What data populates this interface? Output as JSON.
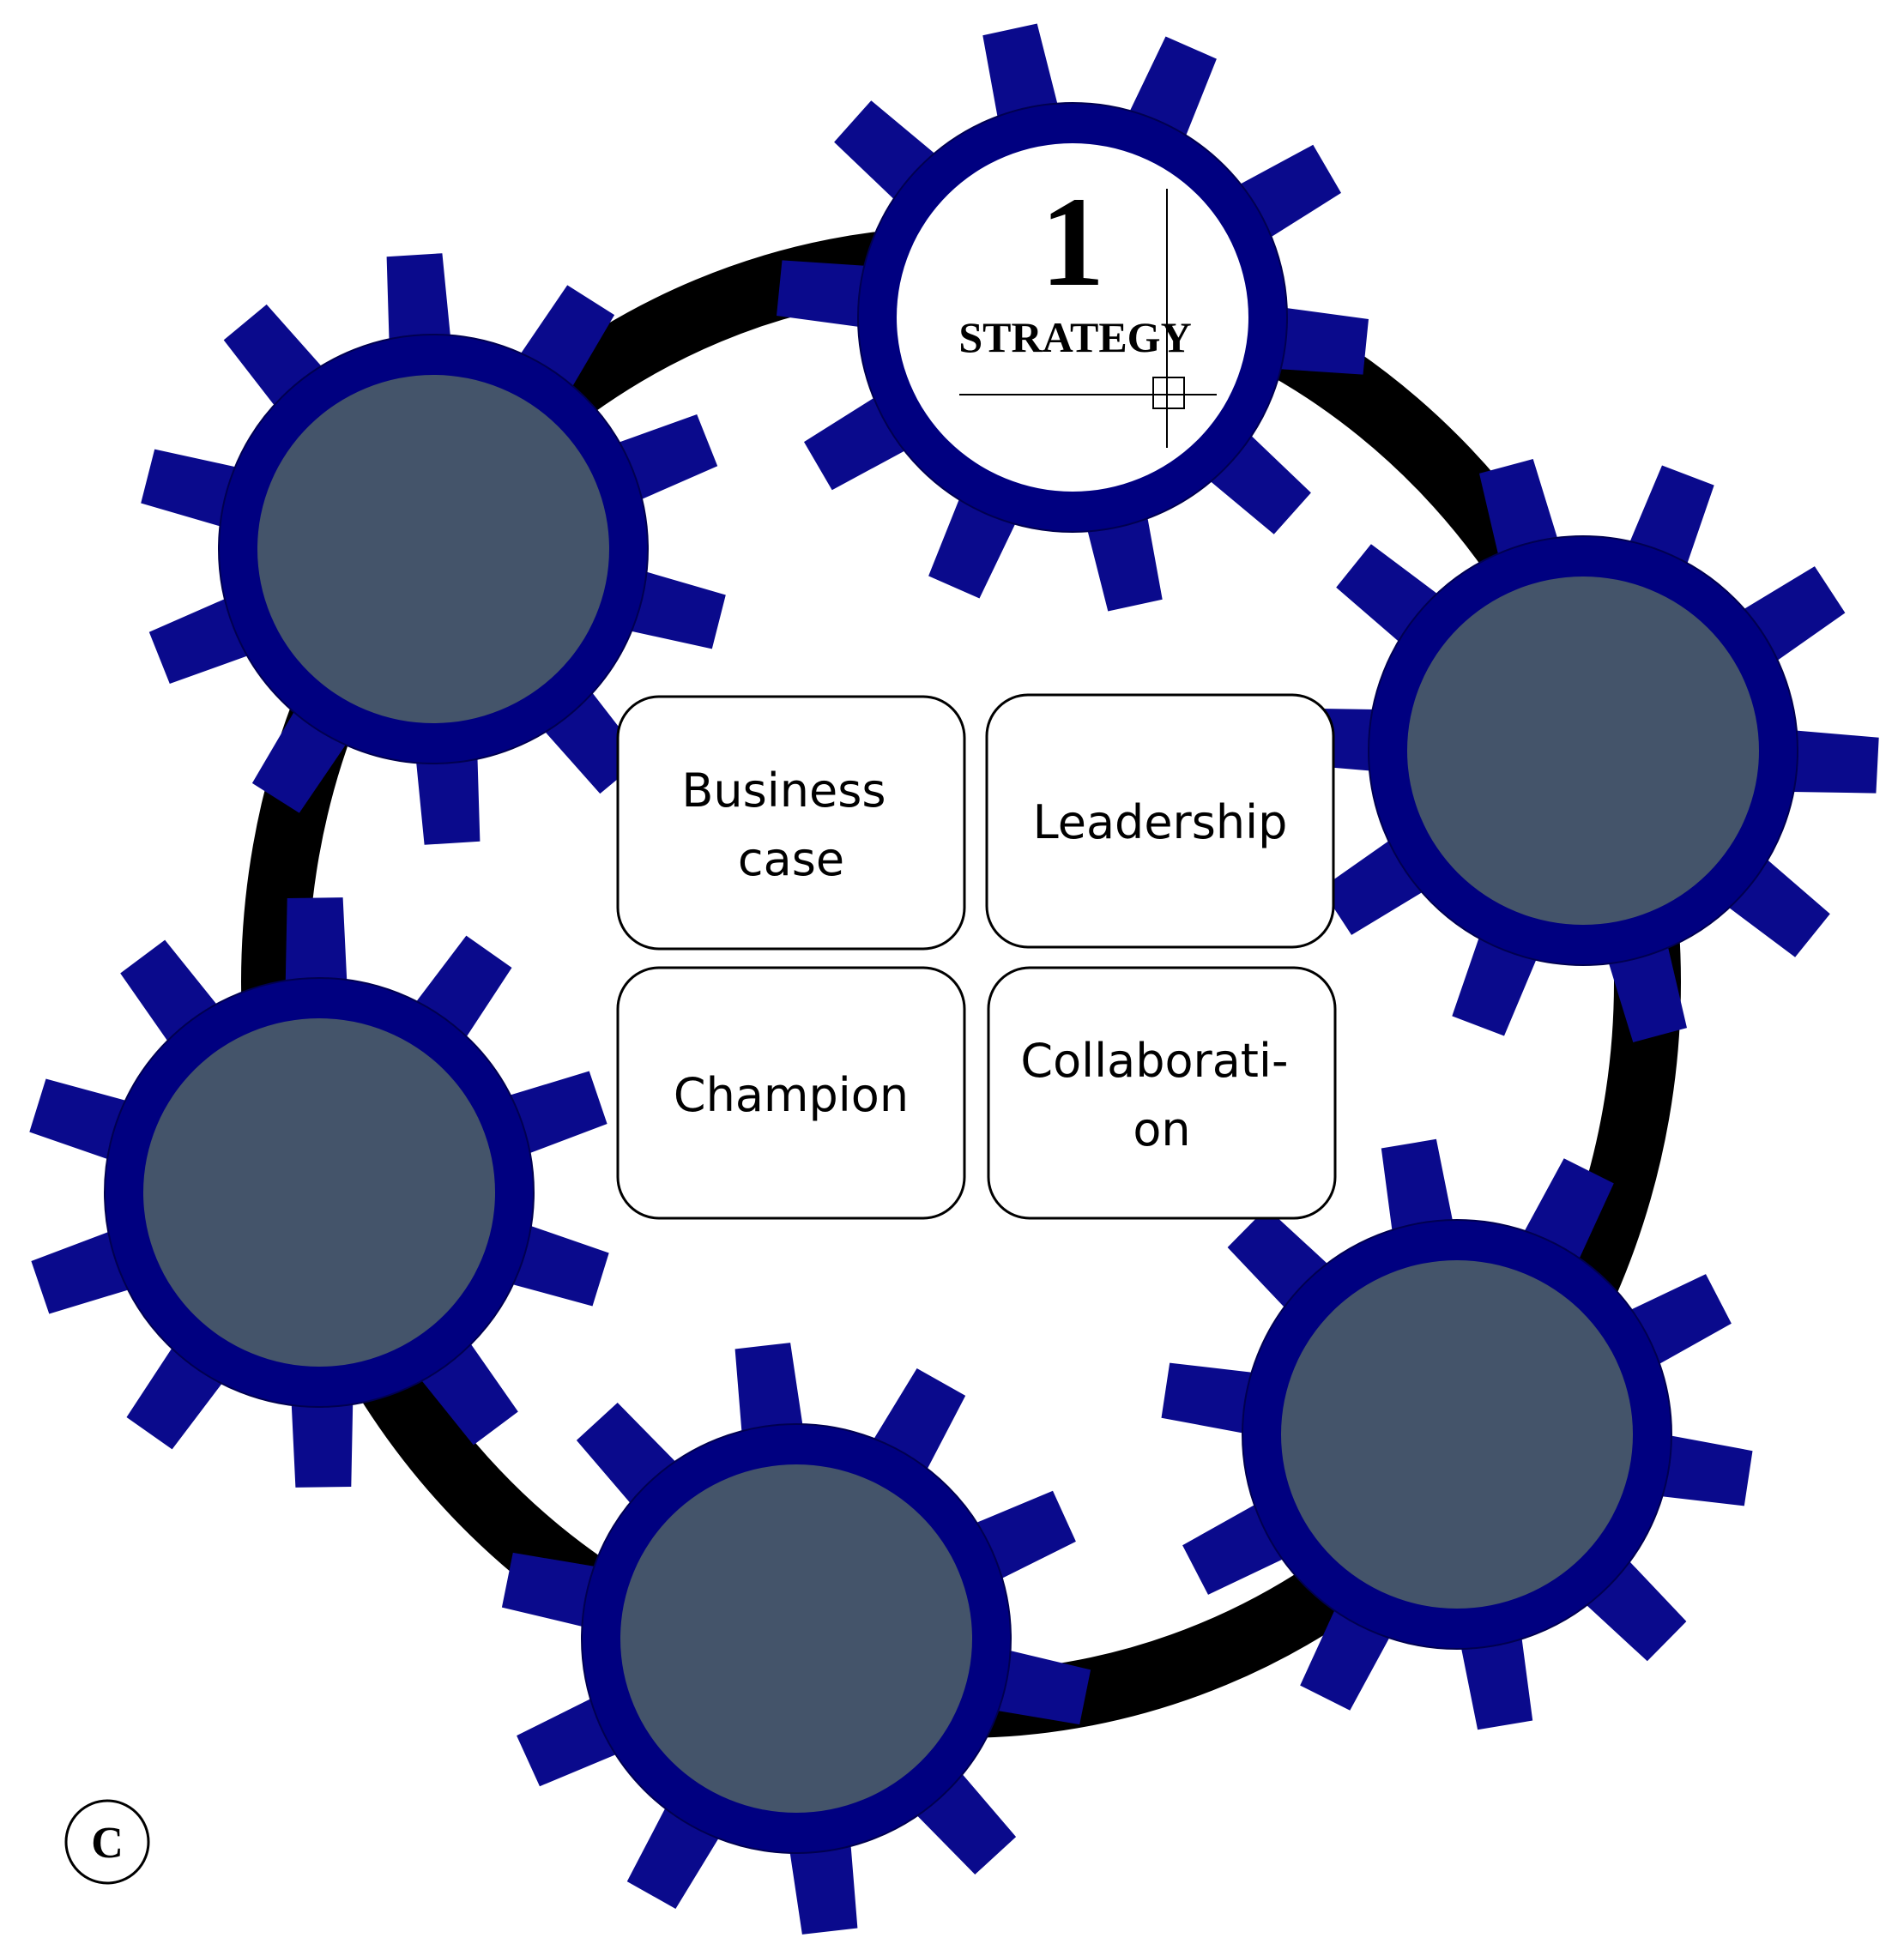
{
  "panel_label": "C",
  "strategy": {
    "number": "1",
    "label": "STRATEGY"
  },
  "boxes": [
    {
      "lines": [
        "Business",
        "case"
      ]
    },
    {
      "lines": [
        "Leadership"
      ]
    },
    {
      "lines": [
        "Champion"
      ]
    },
    {
      "lines": [
        "Collaborati-",
        "on"
      ]
    }
  ],
  "colors": {
    "gear_teeth": "#0a0a8c",
    "gear_ring": "#000080",
    "gear_hub": "#44546a",
    "strategy_hub": "#ffffff",
    "ring": "#000000",
    "box_border": "#000000"
  }
}
